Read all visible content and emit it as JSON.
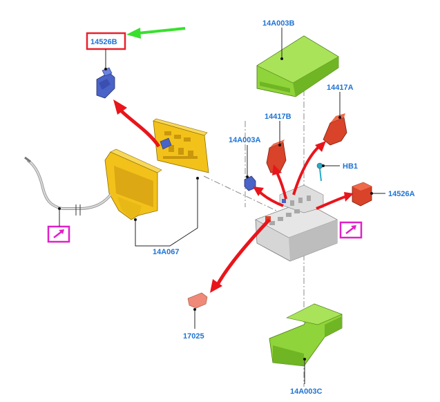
{
  "labels": {
    "p14526B": "14526B",
    "p14A003B": "14A003B",
    "p14417A": "14417A",
    "p14417B": "14417B",
    "p14A003A": "14A003A",
    "pHB1": "HB1",
    "p14526A": "14526A",
    "p14A067": "14A067",
    "p17025": "17025",
    "p14A003C": "14A003C"
  },
  "colors": {
    "label_text": "#1e73d2",
    "highlight_box": "#e8202a",
    "pointer_arrow": "#39e02e",
    "magenta_icon": "#e020c8",
    "callout_arrows": "#e8151b",
    "yellow_parts": "#f2c21a",
    "green_parts": "#8fd43a",
    "red_parts": "#d8432a",
    "blue_parts": "#4a63c8",
    "grey_box": "#d6d6d6"
  },
  "icons": [
    "link-arrow-icon",
    "link-arrow-icon"
  ]
}
